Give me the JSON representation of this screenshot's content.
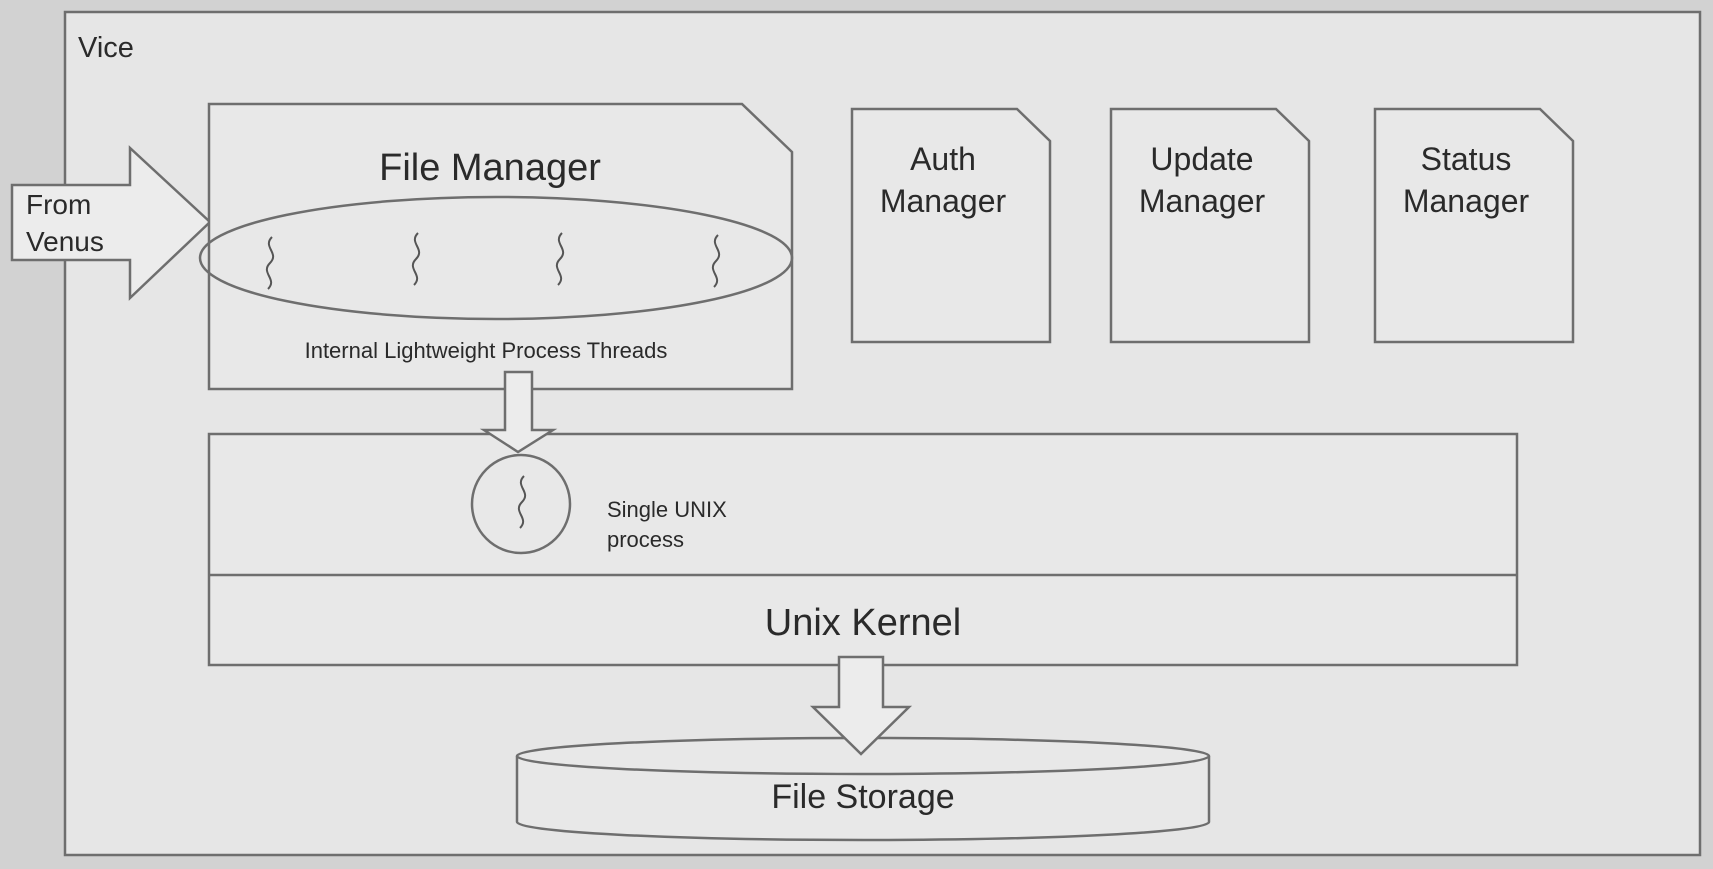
{
  "container": {
    "title": "Vice"
  },
  "input_arrow": {
    "line1": "From",
    "line2": "Venus"
  },
  "file_manager": {
    "title": "File  Manager",
    "threads_label": "Internal Lightweight Process Threads"
  },
  "managers": [
    {
      "line1": "Auth",
      "line2": "Manager"
    },
    {
      "line1": "Update",
      "line2": "Manager"
    },
    {
      "line1": "Status",
      "line2": "Manager"
    }
  ],
  "process_box": {
    "line1": "Single UNIX",
    "line2": "process"
  },
  "kernel": {
    "label": "Unix Kernel"
  },
  "storage": {
    "label": "File Storage"
  },
  "colors": {
    "background": "#e6e6e6",
    "stroke": "#6e6e6e",
    "text": "#2a2a2a"
  }
}
